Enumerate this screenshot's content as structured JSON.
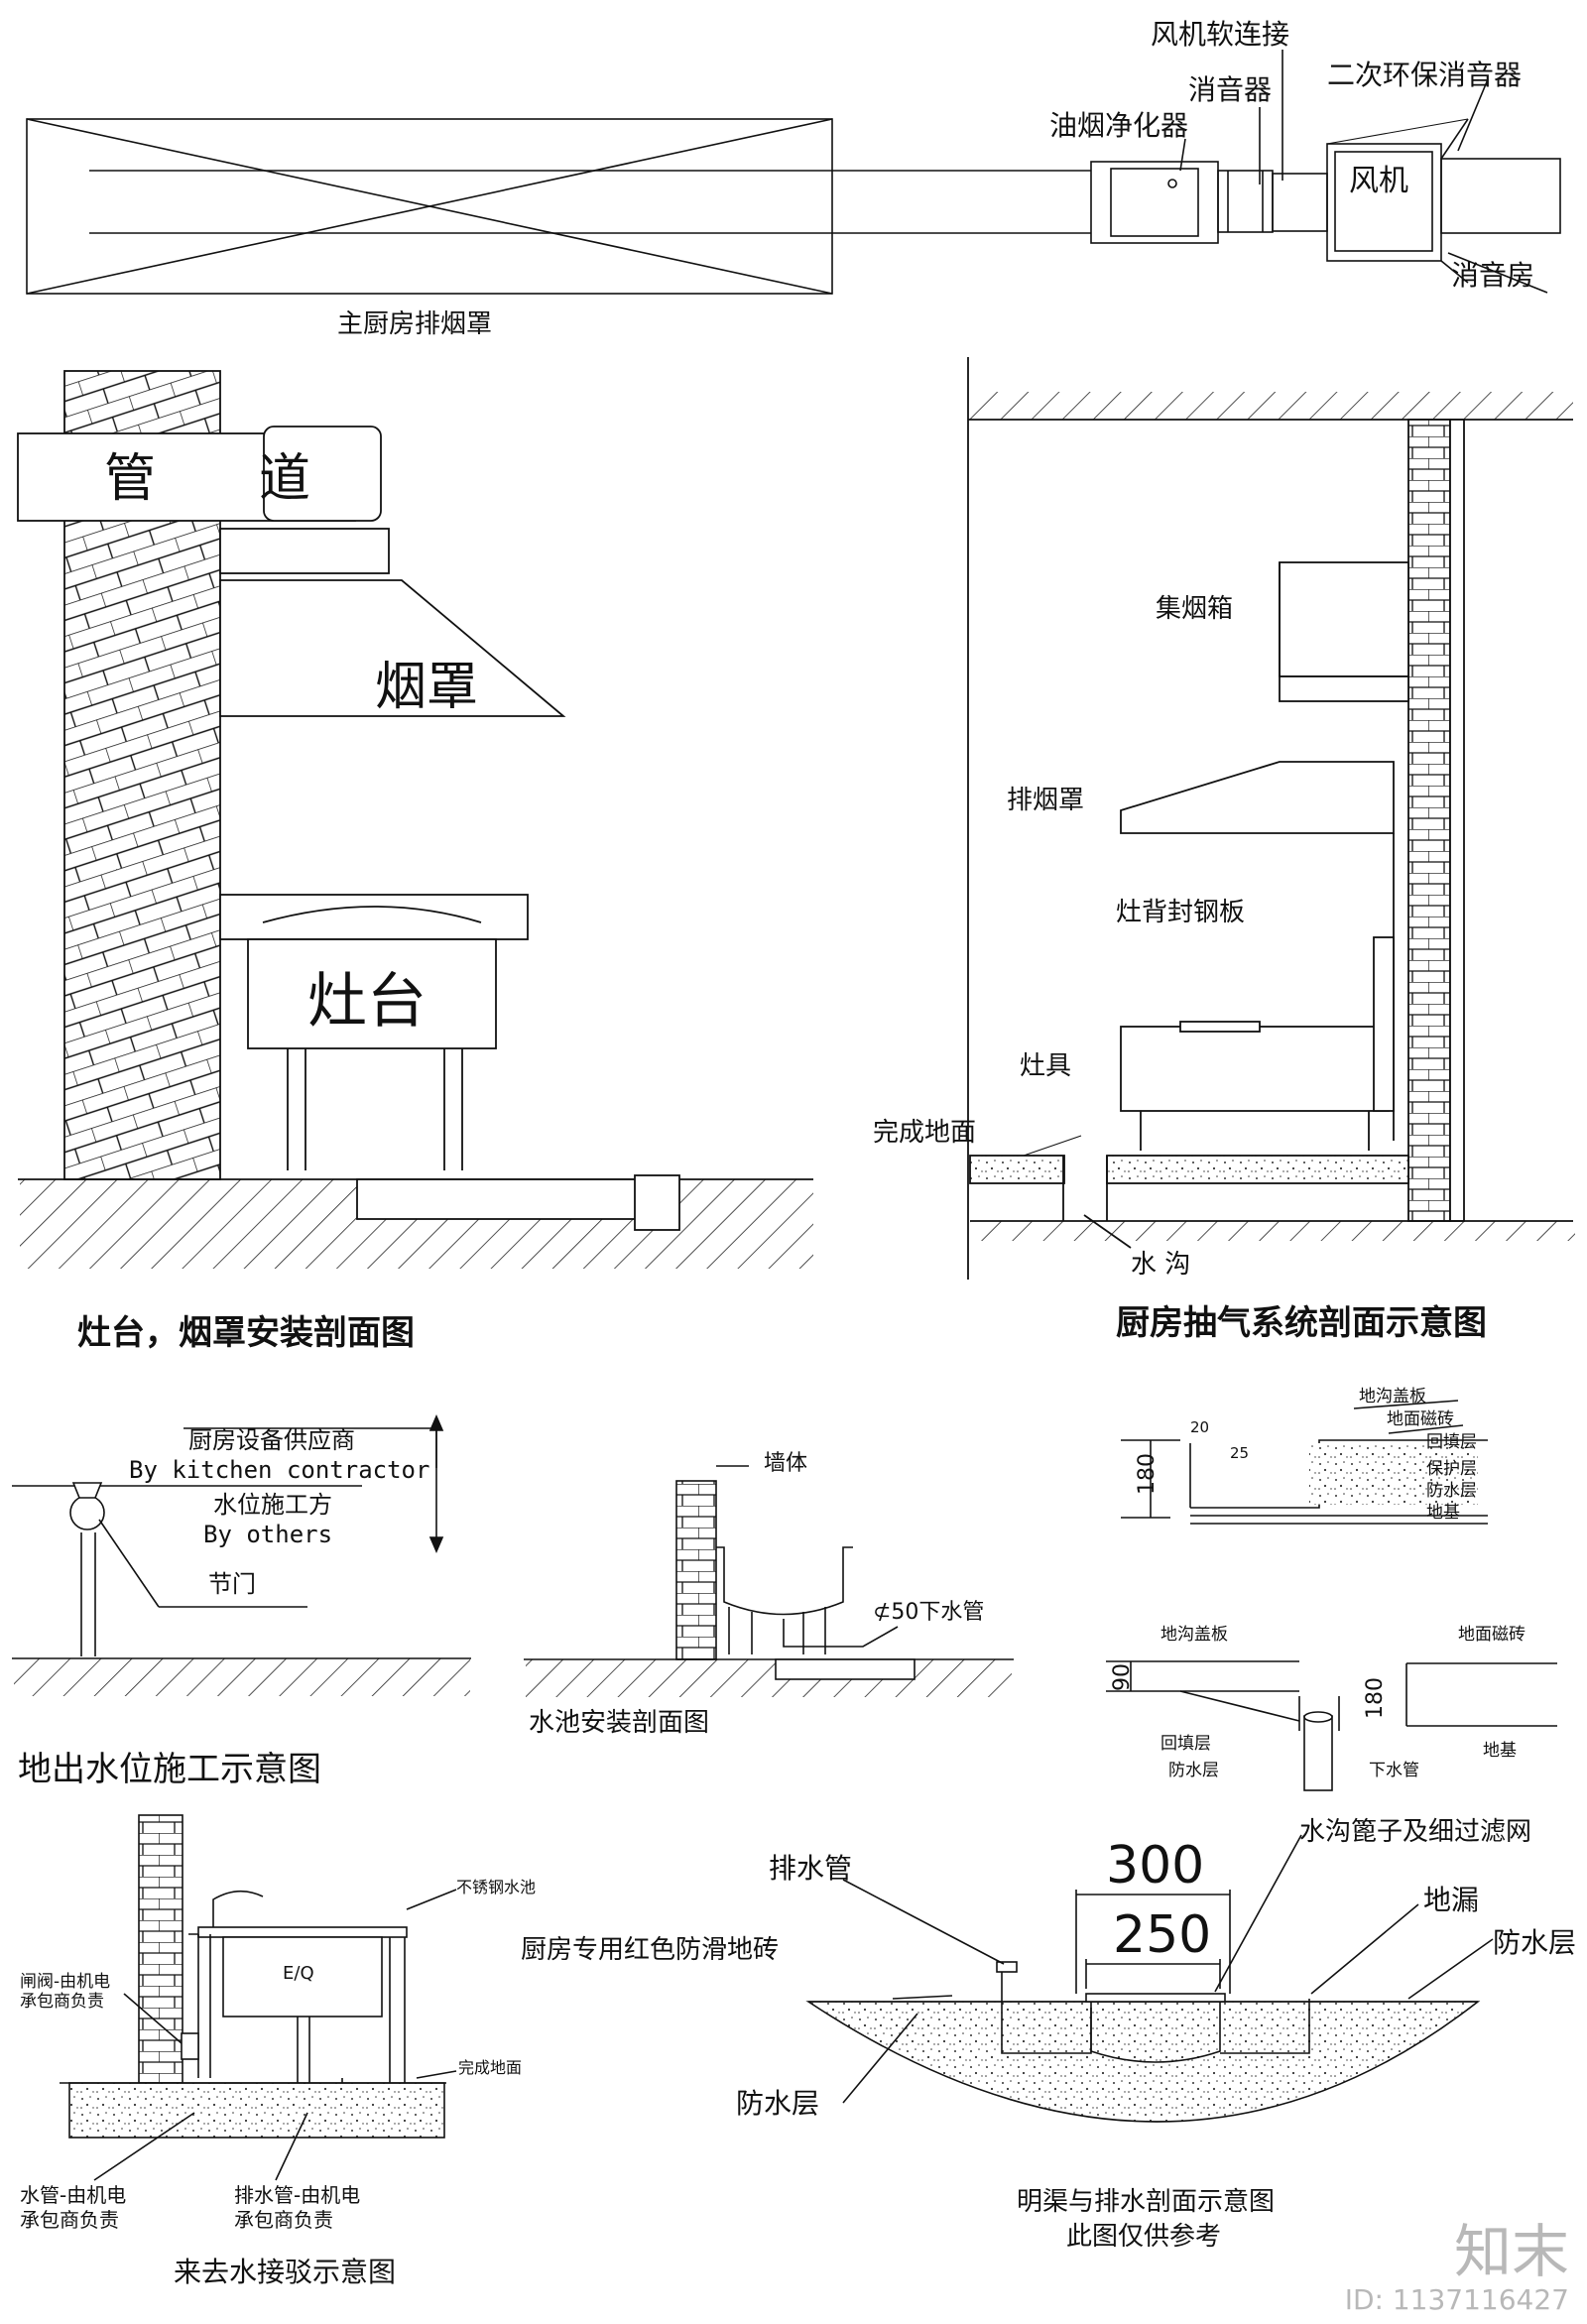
{
  "section1": {
    "labels": {
      "fan_connector": "风机软连接",
      "silencer": "消音器",
      "secondary_silencer": "二次环保消音器",
      "oil_purifier": "油烟净化器",
      "fan": "风机",
      "silencer_room": "消音房",
      "hood_caption": "主厨房排烟罩"
    }
  },
  "section2": {
    "duct": "管　　道",
    "hood": "烟罩",
    "stove": "灶台",
    "title": "灶台，烟罩安装剖面图"
  },
  "section3": {
    "smoke_box": "集烟箱",
    "exhaust_hood": "排烟罩",
    "steel_plate": "灶背封钢板",
    "stove_unit": "灶具",
    "floor": "完成地面",
    "ditch": "水 沟",
    "title": "厨房抽气系统剖面示意图"
  },
  "section4": {
    "supplier_cn": "厨房设备供应商",
    "supplier_en": "By kitchen contractor",
    "others_cn": "水位施工方",
    "others_en": "By others",
    "valve": "节门",
    "title": "地出水位施工示意图"
  },
  "section5": {
    "wall": "墙体",
    "pipe": "⊄50下水管",
    "title": "水池安装剖面图"
  },
  "section6": {
    "cover": "地沟盖板",
    "tile": "地面磁砖",
    "backfill": "回填层",
    "protect": "保护层",
    "waterproof": "防水层",
    "base": "地基",
    "dim_180": "180",
    "dim_20": "20",
    "dim_25": "25"
  },
  "section7": {
    "cover": "地沟盖板",
    "tile": "地面磁砖",
    "backfill": "回填层",
    "waterproof": "防水层",
    "drain": "下水管",
    "base": "地基",
    "dim_90": "90",
    "dim_180": "180"
  },
  "section8": {
    "sink": "不锈钢水池",
    "eq": "E/Q",
    "valve_l1": "闸阀-由机电",
    "valve_l2": "承包商负责",
    "floor": "完成地面",
    "water_l1": "水管-由机电",
    "water_l2": "承包商负责",
    "drain_l1": "排水管-由机电",
    "drain_l2": "承包商负责",
    "title": "来去水接驳示意图"
  },
  "section9": {
    "drain_pipe": "排水管",
    "grate": "水沟篦子及细过滤网",
    "floor_drain": "地漏",
    "waterproof": "防水层",
    "tile": "厨房专用红色防滑地砖",
    "waterproof2": "防水层",
    "dim_300": "300",
    "dim_250": "250",
    "caption": "明渠与排水剖面示意图",
    "note": "此图仅供参考"
  },
  "watermark": {
    "logo": "知末",
    "id": "ID: 1137116427"
  }
}
